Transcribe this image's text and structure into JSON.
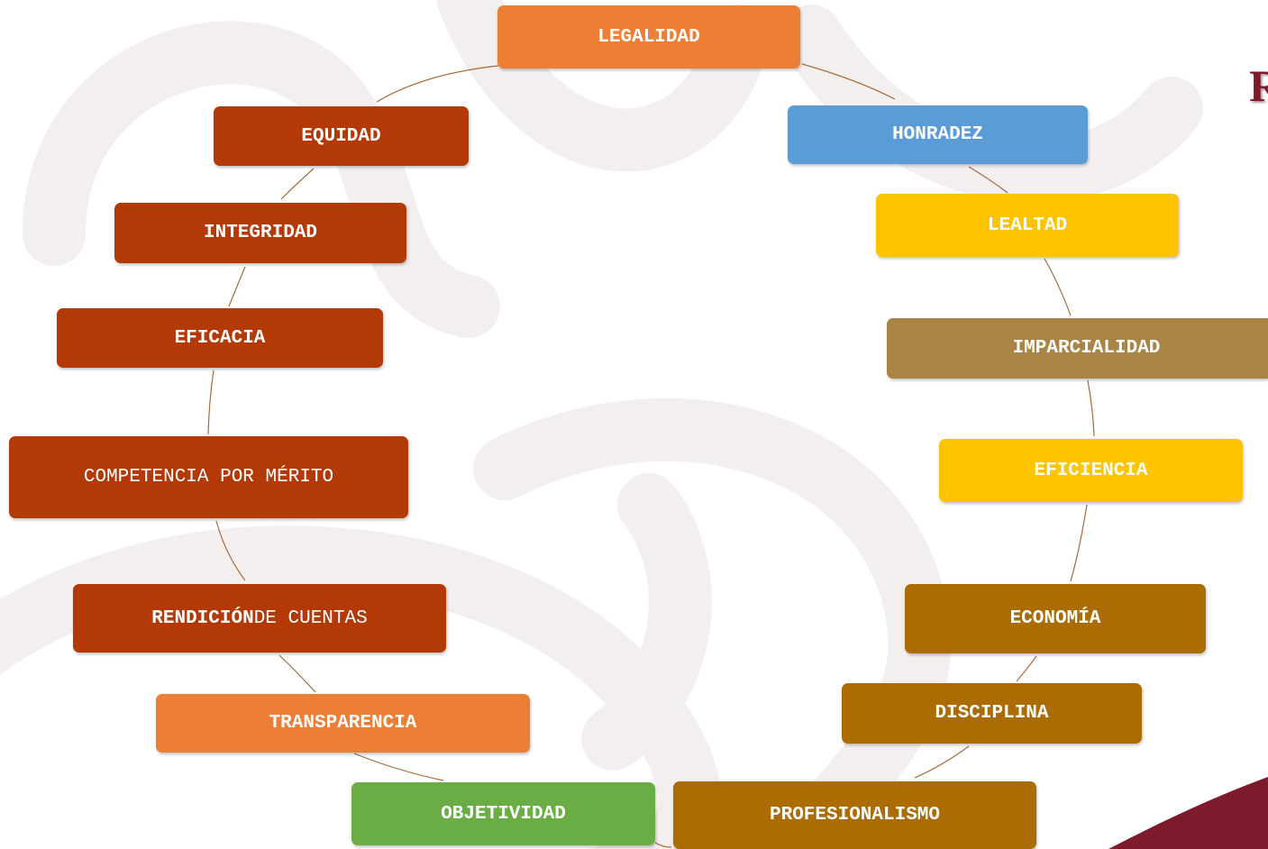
{
  "corner_text": "R",
  "colors": {
    "orange": "#ec7e36",
    "rust": "#b33a07",
    "blue": "#5b9cd6",
    "gold": "#fec400",
    "khaki": "#a98444",
    "brown": "#aa6c03",
    "green": "#6aad45",
    "maroon": "#7d1b2c",
    "connector": "#a86a3a"
  },
  "nodes": [
    {
      "id": "legalidad",
      "bold": "LEGALIDAD",
      "normal": "",
      "color": "orange"
    },
    {
      "id": "honradez",
      "bold": "HONRADEZ",
      "normal": "",
      "color": "blue"
    },
    {
      "id": "lealtad",
      "bold": "LEALTAD",
      "normal": "",
      "color": "gold"
    },
    {
      "id": "imparcialidad",
      "bold": "IMPARCIALIDAD",
      "normal": "",
      "color": "khaki"
    },
    {
      "id": "eficiencia",
      "bold": "EFICIENCIA",
      "normal": "",
      "color": "gold"
    },
    {
      "id": "economia",
      "bold": "ECONOMÍA",
      "normal": "",
      "color": "brown"
    },
    {
      "id": "disciplina",
      "bold": "DISCIPLINA",
      "normal": "",
      "color": "brown"
    },
    {
      "id": "profesionalismo",
      "bold": "PROFESIONALISMO",
      "normal": "",
      "color": "brown"
    },
    {
      "id": "objetividad",
      "bold": "OBJETIVIDAD",
      "normal": "",
      "color": "green"
    },
    {
      "id": "transparencia",
      "bold": "TRANSPARENCIA",
      "normal": "",
      "color": "orange"
    },
    {
      "id": "rendicion",
      "bold": "RENDICIÓN",
      "normal": " DE CUENTAS",
      "color": "rust"
    },
    {
      "id": "competencia",
      "bold": "",
      "normal": "COMPETENCIA POR MÉRITO",
      "color": "rust"
    },
    {
      "id": "eficacia",
      "bold": "EFICACIA",
      "normal": "",
      "color": "rust"
    },
    {
      "id": "integridad",
      "bold": "INTEGRIDAD",
      "normal": "",
      "color": "rust"
    },
    {
      "id": "equidad",
      "bold": "EQUIDAD",
      "normal": "",
      "color": "rust"
    }
  ]
}
